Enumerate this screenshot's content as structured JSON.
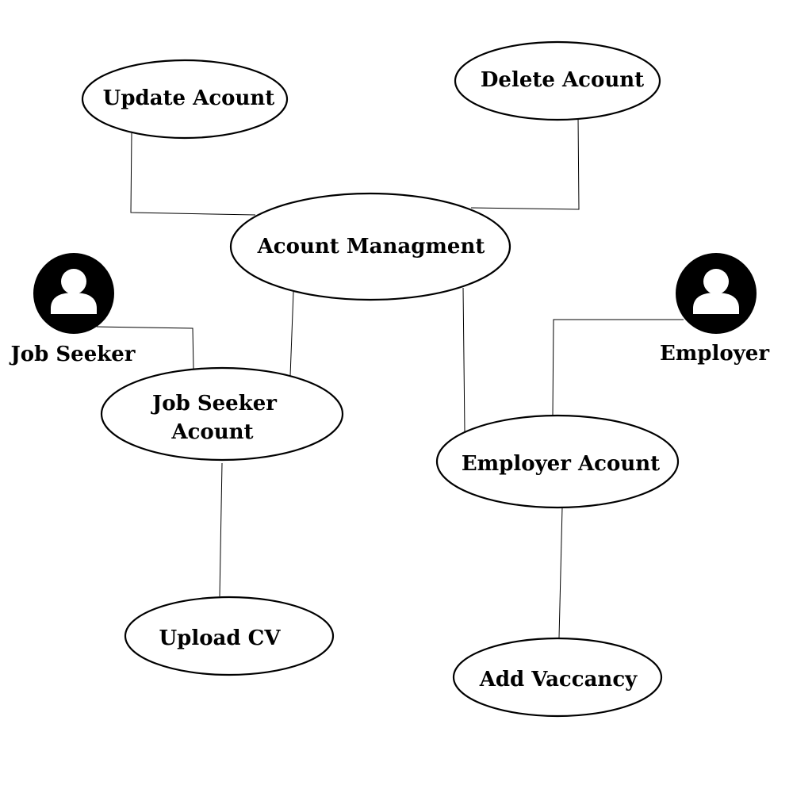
{
  "colors": {
    "line": "#000000",
    "background": "#ffffff",
    "actor_fill": "#000000"
  },
  "nodes": {
    "update_account": "Update Acount",
    "delete_account": "Delete Acount",
    "account_management": "Acount Managment",
    "job_seeker_account": [
      "Job Seeker",
      "Acount"
    ],
    "employer_account": "Employer Acount",
    "upload_cv": "Upload CV",
    "add_vacancy": "Add Vaccancy"
  },
  "actors": {
    "job_seeker": {
      "label": "Job Seeker",
      "icon": "user-icon"
    },
    "employer": {
      "label": "Employer",
      "icon": "user-icon"
    }
  }
}
